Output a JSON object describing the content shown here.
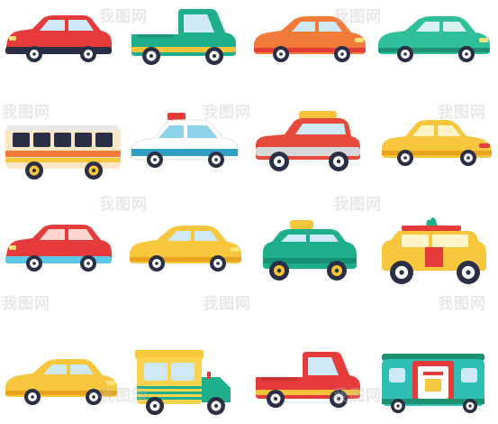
{
  "watermark": {
    "text": "我图网"
  },
  "vehicles": [
    {
      "id": "r1c1",
      "kind": "hatchback",
      "body": "#e63b3b",
      "roof": "#e63b3b",
      "window": "#cfe8f5",
      "accent": "#2a2f45",
      "wheel": "#2a2f45"
    },
    {
      "id": "r1c2",
      "kind": "pickup",
      "body": "#1fae8c",
      "roof": "#1fae8c",
      "window": "#cfe8f5",
      "accent": "#f5c23a",
      "wheel": "#2a2f45"
    },
    {
      "id": "r1c3",
      "kind": "sedan",
      "body": "#f27b3a",
      "roof": "#f27b3a",
      "window": "#cfe8f5",
      "accent": "#e63b3b",
      "wheel": "#2a2f45"
    },
    {
      "id": "r1c4",
      "kind": "sedan",
      "body": "#2fbf9a",
      "roof": "#2fbf9a",
      "window": "#d8f1ee",
      "accent": "#1f8f72",
      "wheel": "#2a2f45"
    },
    {
      "id": "r2c1",
      "kind": "bus",
      "body": "#fbe7c6",
      "roof": "#e8e8e8",
      "window": "#2a2f45",
      "accent": "#f27b3a",
      "wheel": "#2a2f45"
    },
    {
      "id": "r2c2",
      "kind": "police",
      "body": "#ffffff",
      "roof": "#ffffff",
      "window": "#8fd3ea",
      "accent": "#2f9ec0",
      "wheel": "#2a2f45"
    },
    {
      "id": "r2c3",
      "kind": "taxi-suv",
      "body": "#e64a3b",
      "roof": "#e64a3b",
      "window": "#cfe8f5",
      "accent": "#f5c23a",
      "wheel": "#2a2f45"
    },
    {
      "id": "r2c4",
      "kind": "coupe",
      "body": "#f6c63d",
      "roof": "#f6c63d",
      "window": "#fff3c8",
      "accent": "#e8a21e",
      "wheel": "#2a2f45"
    },
    {
      "id": "r3c1",
      "kind": "hatchback",
      "body": "#e63b3b",
      "roof": "#e63b3b",
      "window": "#ffd5d0",
      "accent": "#5ec8ea",
      "wheel": "#2a2f45"
    },
    {
      "id": "r3c2",
      "kind": "sedan",
      "body": "#f6c63d",
      "roof": "#f6c63d",
      "window": "#cfe8f5",
      "accent": "#e8a21e",
      "wheel": "#2a2f45"
    },
    {
      "id": "r3c3",
      "kind": "taxi",
      "body": "#1fae8c",
      "roof": "#1fae8c",
      "window": "#cfe8f5",
      "accent": "#f5c23a",
      "wheel": "#f5c23a"
    },
    {
      "id": "r3c4",
      "kind": "jeep",
      "body": "#f6c63d",
      "roof": "#f6c63d",
      "window": "#fff3c8",
      "accent": "#e63b3b",
      "wheel": "#2a2f45"
    },
    {
      "id": "r4c1",
      "kind": "sedan",
      "body": "#f6c63d",
      "roof": "#f6c63d",
      "window": "#cfe8f5",
      "accent": "#e8a21e",
      "wheel": "#2a2f45"
    },
    {
      "id": "r4c2",
      "kind": "tuk",
      "body": "#1fae8c",
      "roof": "#f6c63d",
      "window": "#cfe8f5",
      "accent": "#f6c63d",
      "wheel": "#2a2f45"
    },
    {
      "id": "r4c3",
      "kind": "pickup",
      "body": "#e63b3b",
      "roof": "#e63b3b",
      "window": "#cfe8f5",
      "accent": "#f5c23a",
      "wheel": "#2a2f45"
    },
    {
      "id": "r4c4",
      "kind": "van",
      "body": "#2fbfb5",
      "roof": "#2fbfb5",
      "window": "#ffffff",
      "accent": "#e63b3b",
      "wheel": "#2a2f45"
    }
  ]
}
